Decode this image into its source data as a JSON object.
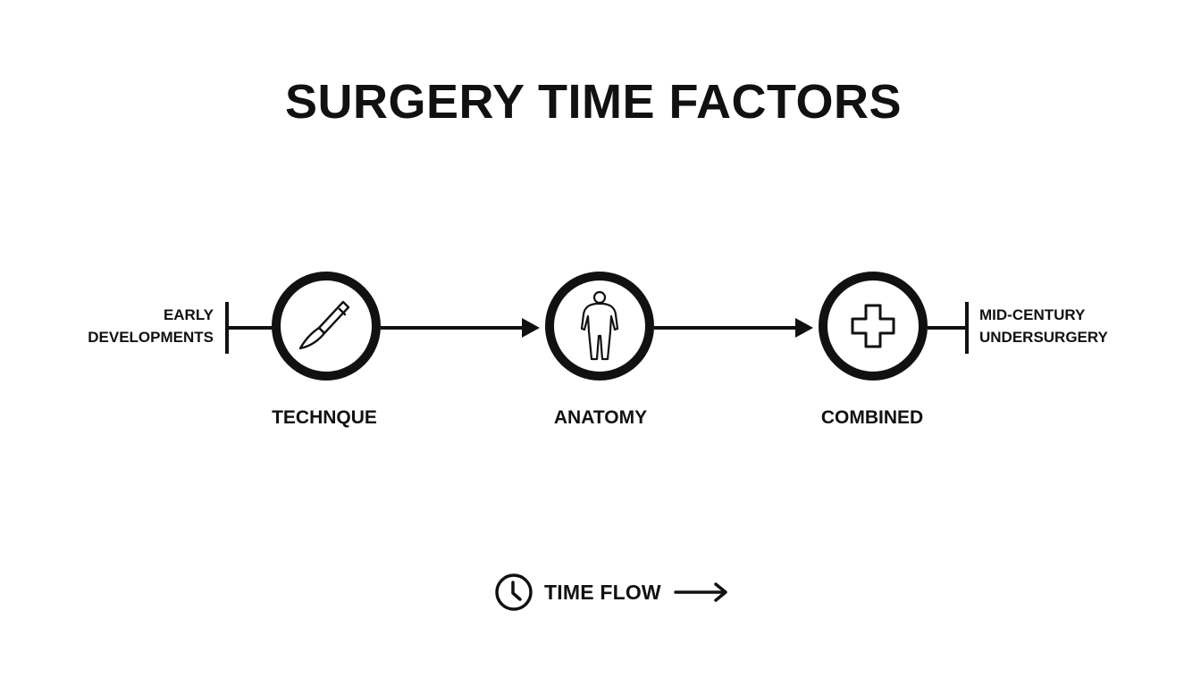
{
  "title": "SURGERY TIME FACTORS",
  "timeline": {
    "start_label": [
      "EARLY",
      "DEVELOPMENTS"
    ],
    "end_label": [
      "MID-CENTURY",
      "UNDERSURGERY"
    ],
    "stages": [
      {
        "label": "TECHNQUE",
        "icon": "scalpel-icon"
      },
      {
        "label": "ANATOMY",
        "icon": "human-figure-icon"
      },
      {
        "label": "COMBINED",
        "icon": "medical-cross-icon"
      }
    ]
  },
  "legend": {
    "label": "TIME FLOW",
    "icon": "clock-icon"
  },
  "colors": {
    "foreground": "#111111",
    "background": "#ffffff"
  }
}
